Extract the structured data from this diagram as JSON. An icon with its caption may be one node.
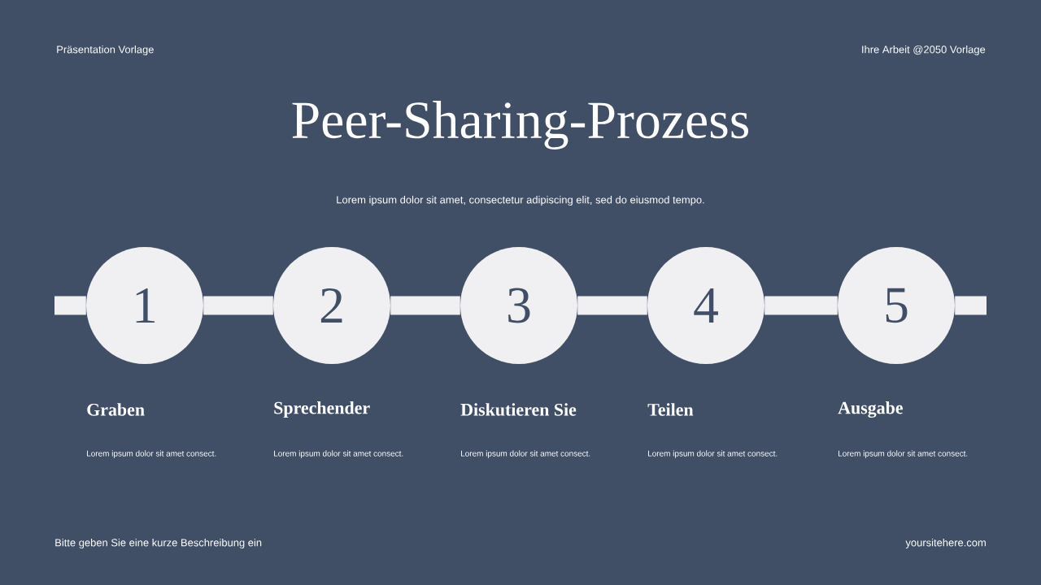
{
  "diagram": {
    "title": "Peer-Sharing-Prozess",
    "nodes": [
      {
        "text": [
          "1"
        ],
        "beside": [
          "Graben"
        ]
      },
      {
        "text": [
          "2"
        ],
        "beside": [
          "Sprechender"
        ]
      },
      {
        "text": [
          "3"
        ],
        "beside": [
          "Diskutieren Sie"
        ]
      },
      {
        "text": [
          "4"
        ],
        "beside": [
          "Teilen"
        ]
      },
      {
        "text": [
          "5"
        ],
        "beside": [
          "Ausgabe"
        ]
      }
    ],
    "edges": [
      {
        "from": null,
        "to": 0,
        "arrow": "none"
      },
      {
        "from": 0,
        "to": 1,
        "arrow": "none"
      },
      {
        "from": 1,
        "to": 2,
        "arrow": "none"
      },
      {
        "from": 2,
        "to": 3,
        "arrow": "none"
      },
      {
        "from": 3,
        "to": 4,
        "arrow": "none"
      },
      {
        "from": 4,
        "to": null,
        "arrow": "none"
      }
    ],
    "labels": [
      "Präsentation Vorlage",
      "Ihre Arbeit @2050 Vorlage",
      "Lorem ipsum dolor sit amet, consectetur adipiscing elit, sed do eiusmod tempo.",
      "Lorem ipsum dolor sit amet consect.",
      "Lorem ipsum dolor sit amet consect.",
      "Lorem ipsum dolor sit amet consect.",
      "Lorem ipsum dolor sit amet consect.",
      "Lorem ipsum dolor sit amet consect.",
      "Bitte geben Sie eine kurze Beschreibung ein",
      "yoursitehere.com"
    ]
  }
}
